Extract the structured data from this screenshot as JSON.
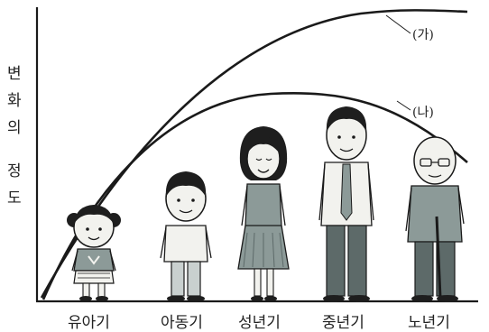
{
  "y_axis_label": [
    "변",
    "화",
    "의",
    "",
    "정",
    "도"
  ],
  "stages": [
    "유아기",
    "아동기",
    "성년기",
    "중년기",
    "노년기"
  ],
  "curves": [
    {
      "label": "(가)"
    },
    {
      "label": "(나)"
    }
  ],
  "colors": {
    "ink": "#1a1a1a",
    "figure_gray": "#8c9a98",
    "figure_dark": "#5d6a69",
    "skin": "#f2f2ee",
    "hair": "#1e1e1e"
  }
}
